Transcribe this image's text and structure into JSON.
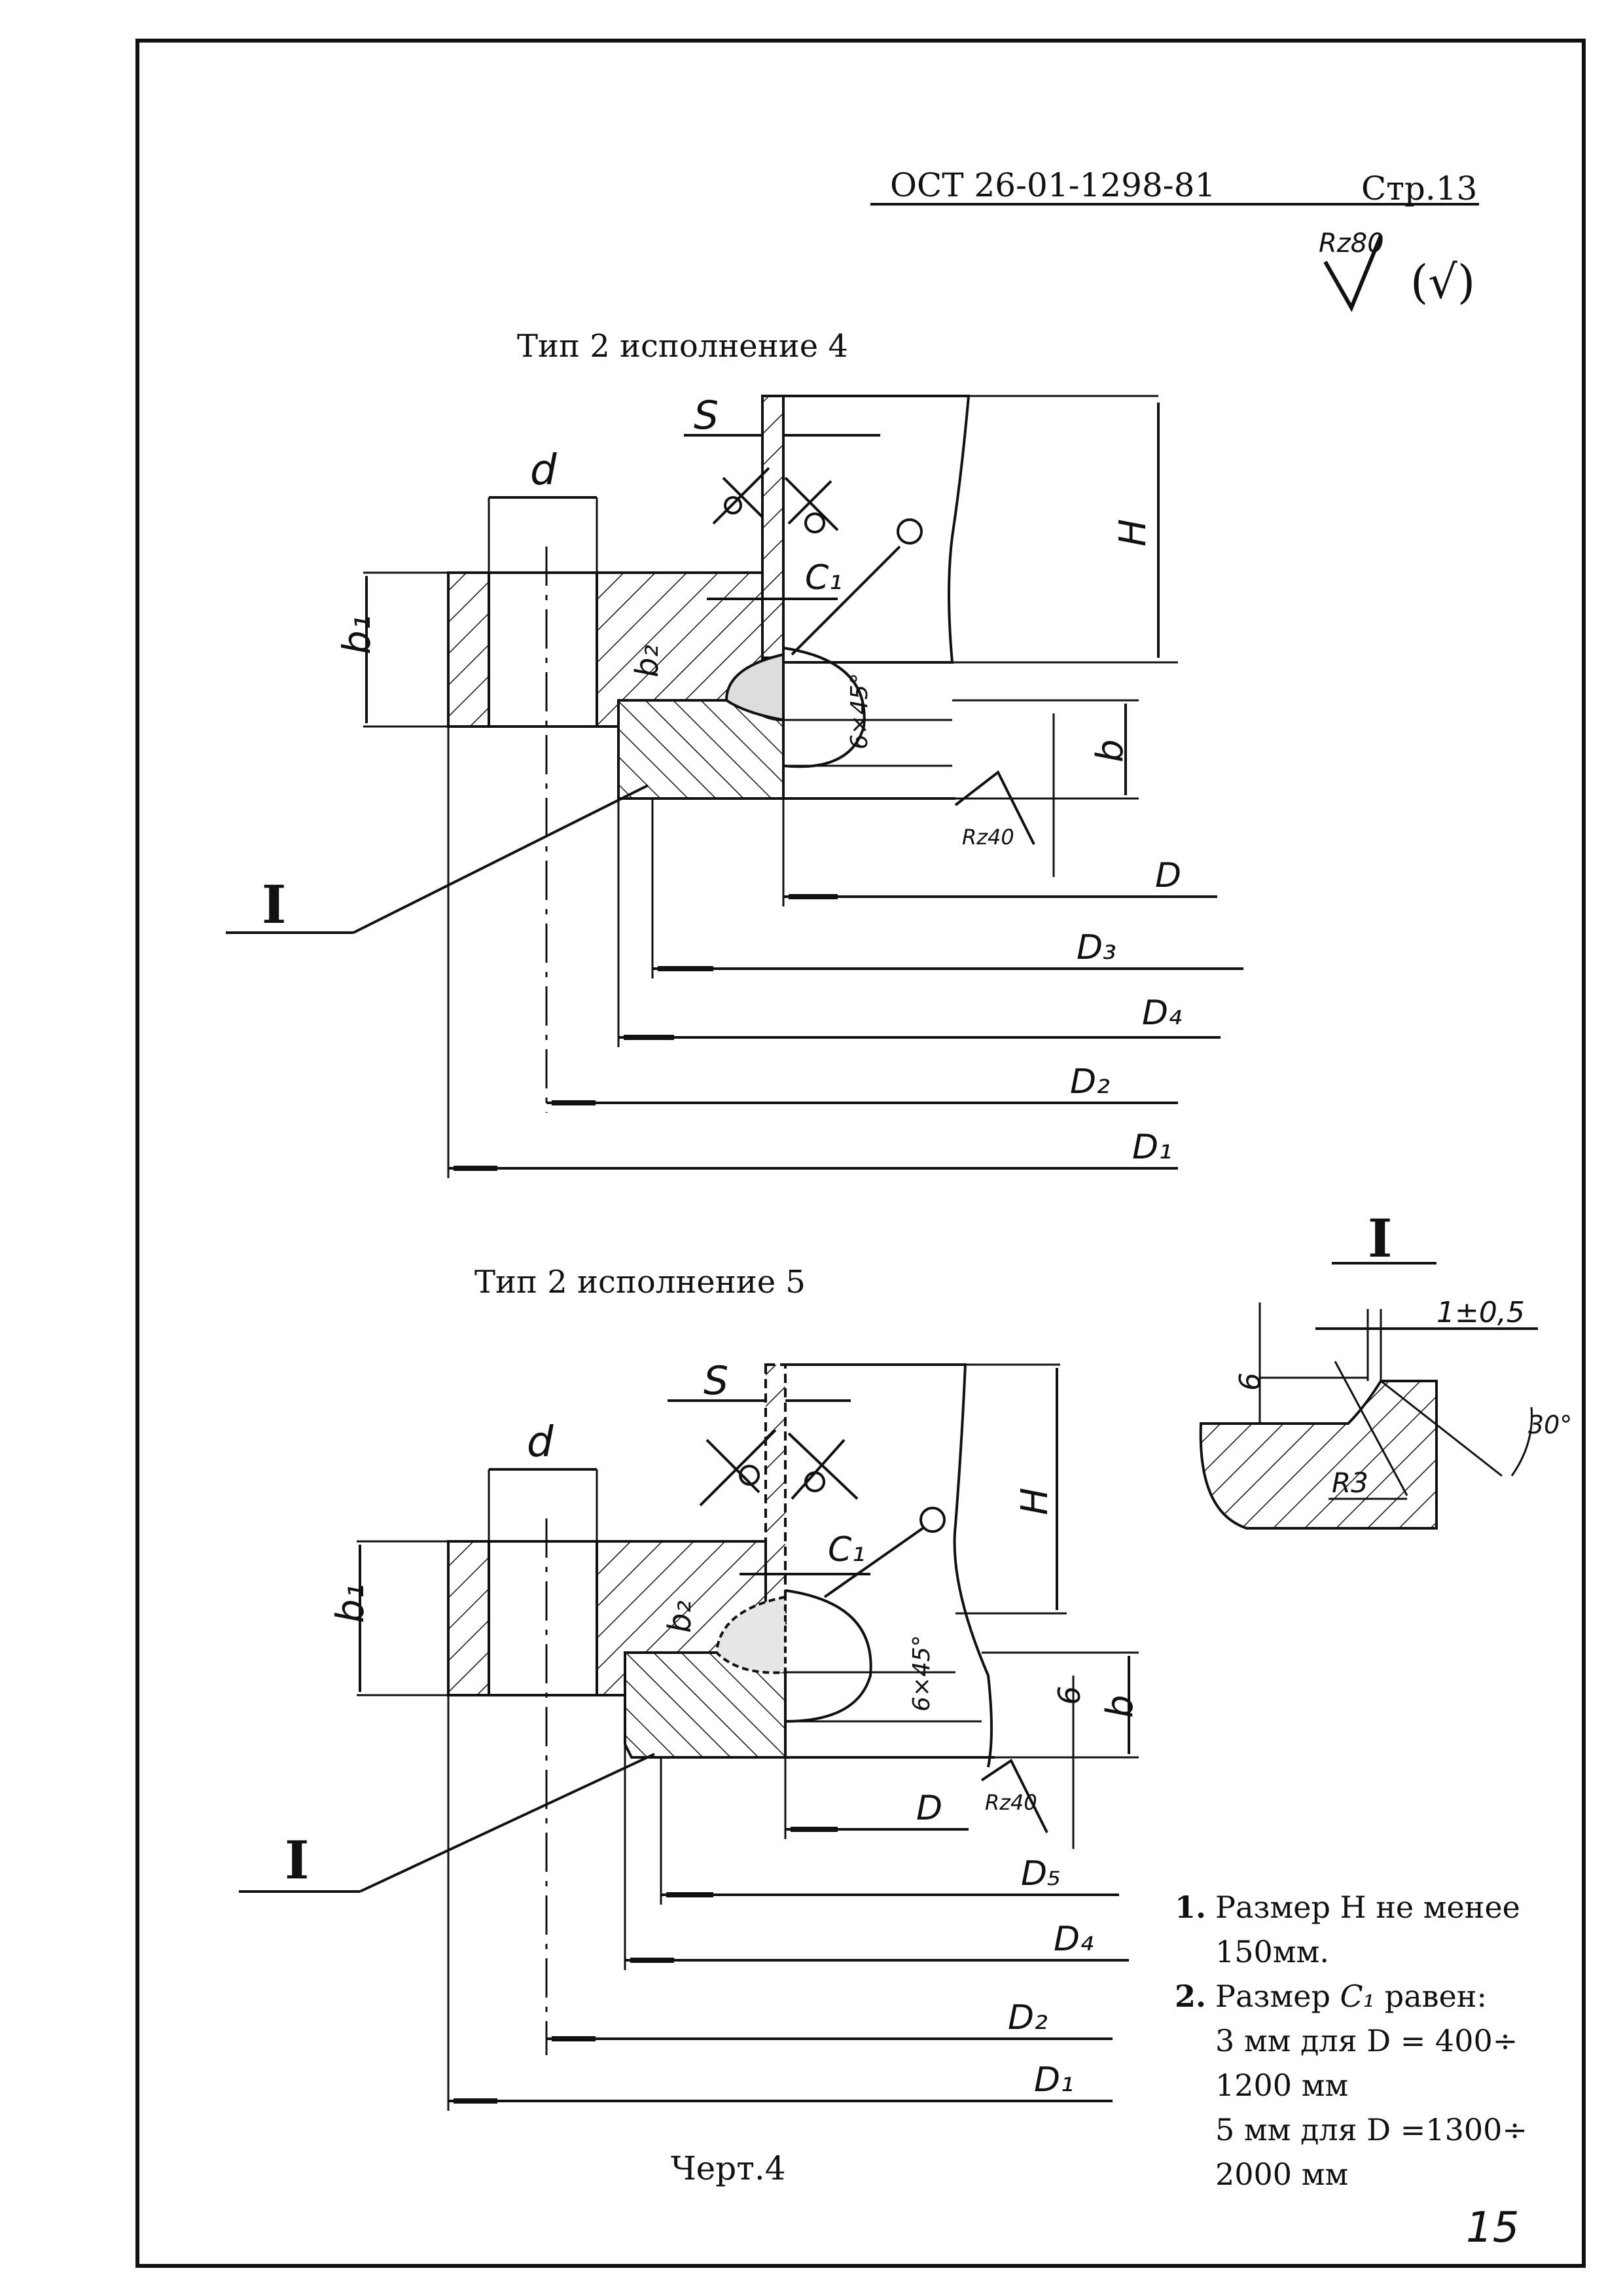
{
  "header": {
    "standard": "ОСТ 26-01-1298-81",
    "page_label": "Стр.13",
    "roughness": "Rz80",
    "roughness_paren": "(√)"
  },
  "view_top": {
    "title": "Тип 2 исполнение 4",
    "labels": {
      "S": "S",
      "d": "d",
      "b1": "b₁",
      "b2": "b₂",
      "C1": "C₁",
      "H": "H",
      "b": "b",
      "weld": "6×45°",
      "rz_low": "Rz40",
      "detail_ref": "I",
      "D": "D",
      "D3": "D₃",
      "D4": "D₄",
      "D2": "D₂",
      "D1": "D₁"
    }
  },
  "view_bottom": {
    "title": "Тип 2 исполнение 5",
    "labels": {
      "S": "S",
      "d": "d",
      "b1": "b₁",
      "b2": "b₂",
      "C1": "C₁",
      "H": "H",
      "b": "b",
      "six": "6",
      "weld": "6×45°",
      "rz_low": "Rz40",
      "detail_ref": "I",
      "D": "D",
      "D5": "D₅",
      "D4": "D₄",
      "D2": "D₂",
      "D1": "D₁"
    }
  },
  "detail": {
    "title": "I",
    "tolerance": "1±0,5",
    "six": "6",
    "angle": "30°",
    "radius": "R3"
  },
  "notes": {
    "n1_num": "1.",
    "n1_a": "Размер Н не менее",
    "n1_b": "150мм.",
    "n2_num": "2.",
    "n2_a": "Размер ",
    "n2_c1": "C₁",
    "n2_b": " равен:",
    "n2_l1": "3 мм для D = 400÷",
    "n2_l2": "1200 мм",
    "n2_l3": "5 мм для D =1300÷",
    "n2_l4": "2000 мм"
  },
  "footer": {
    "drawing": "Черт.4",
    "page_number": "15"
  }
}
